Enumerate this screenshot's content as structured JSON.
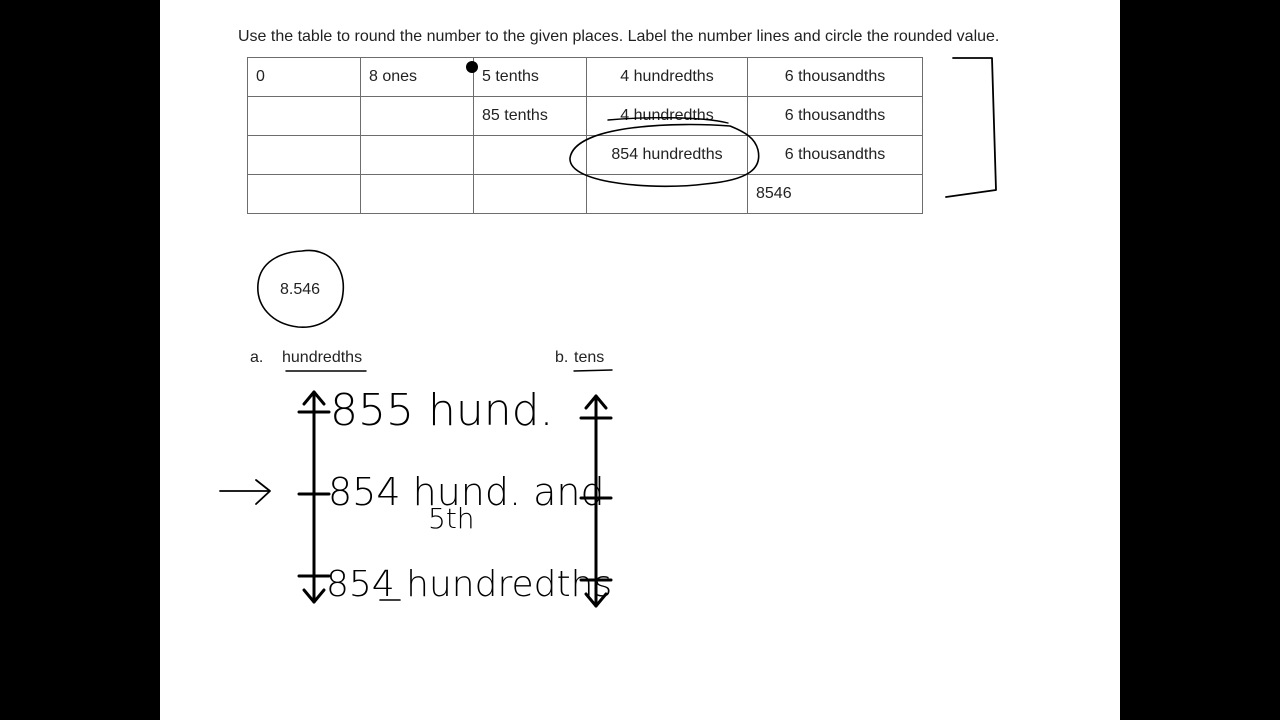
{
  "instructions": "Use the table to round the number to the given places.  Label the number lines and circle the rounded value.",
  "table": {
    "rows": [
      [
        "0",
        "8 ones",
        "5 tenths",
        "4 hundredths",
        "6 thousandths"
      ],
      [
        "",
        "",
        "85 tenths",
        "4 hundredths",
        "6 thousandths"
      ],
      [
        "",
        "",
        "",
        "854 hundredths",
        "6 thousandths"
      ],
      [
        "",
        "",
        "",
        "",
        "8546"
      ]
    ]
  },
  "number": "8.546",
  "part_a": {
    "letter": "a.",
    "place": "hundredths"
  },
  "part_b": {
    "letter": "b.",
    "place": "tens"
  },
  "handwriting": {
    "top": "855 hund.",
    "middle_line1": "854 hund. and",
    "middle_line2": "5th",
    "bottom": "854 hundredths"
  },
  "ink_color": "#000000",
  "text_color": "#222222"
}
